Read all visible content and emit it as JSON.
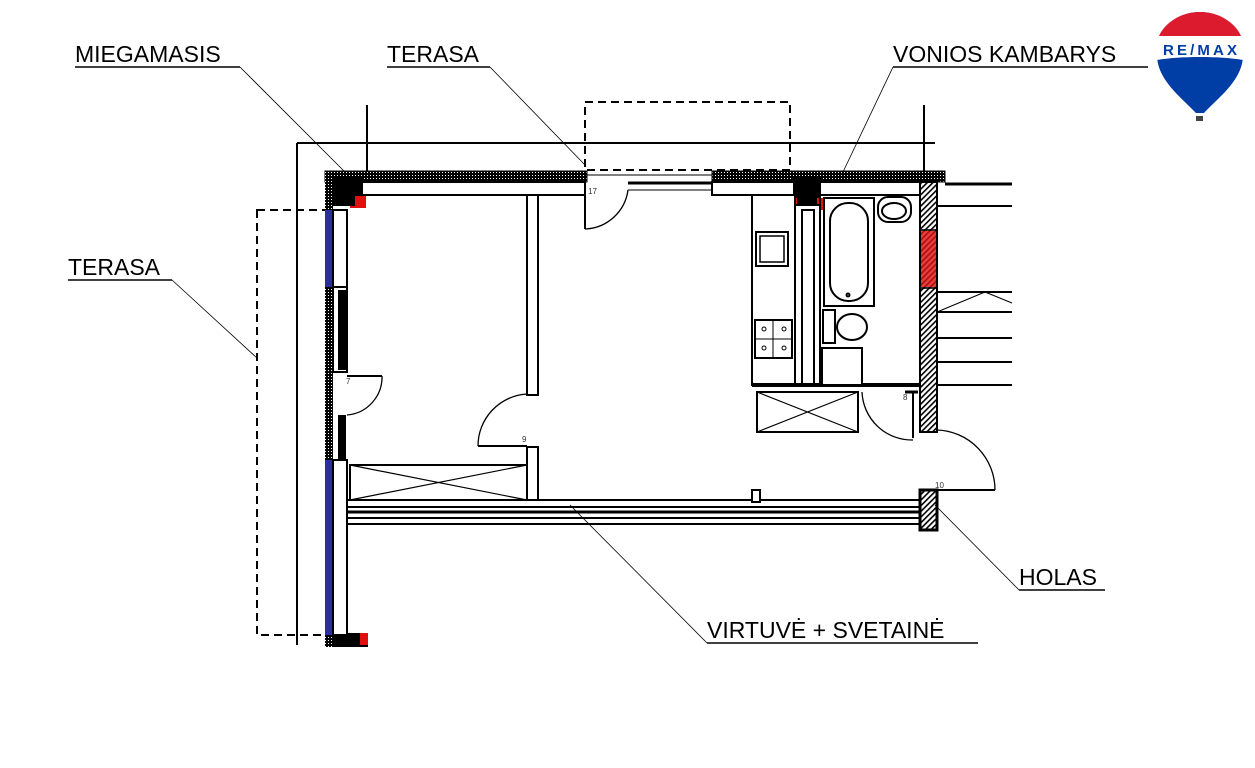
{
  "labels": {
    "bedroom": "MIEGAMASIS",
    "terrace_top": "TERASA",
    "bathroom": "VONIOS KAMBARYS",
    "terrace_left": "TERASA",
    "hall": "HOLAS",
    "kitchen_living": "VIRTUVĖ + SVETAINĖ"
  },
  "door_numbers": [
    "17",
    "7",
    "9",
    "8",
    "10"
  ],
  "logo": {
    "text": "RE/MAX",
    "colors": {
      "red": "#dc1c2e",
      "blue": "#003da5"
    }
  },
  "colors": {
    "window_blue": "#2b2f9e",
    "column_red": "#e01010"
  }
}
